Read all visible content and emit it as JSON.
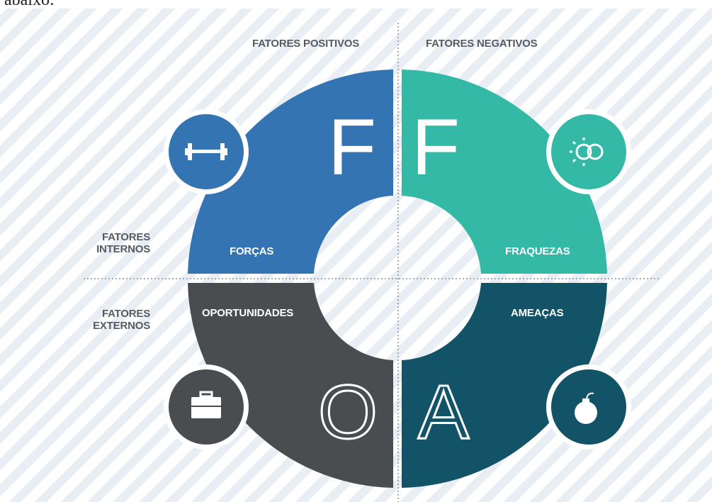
{
  "page_header_fragment": "abaixo:",
  "header": {
    "positive": "FATORES POSITIVOS",
    "negative": "FATORES NEGATIVOS"
  },
  "rows": {
    "internal_line1": "FATORES",
    "internal_line2": "INTERNOS",
    "external_line1": "FATORES",
    "external_line2": "EXTERNOS"
  },
  "quadrants": {
    "strengths": {
      "letter": "F",
      "label": "FORÇAS",
      "icon": "dumbbell-icon",
      "color": "#3474b2"
    },
    "weaknesses": {
      "letter": "F",
      "label": "FRAQUEZAS",
      "icon": "rings-icon",
      "color": "#33b9a5"
    },
    "opportunities": {
      "letter": "O",
      "label": "OPORTUNIDADES",
      "icon": "briefcase-icon",
      "color": "#4a4d4f"
    },
    "threats": {
      "letter": "A",
      "label": "AMEAÇAS",
      "icon": "bomb-icon",
      "color": "#135368"
    }
  }
}
